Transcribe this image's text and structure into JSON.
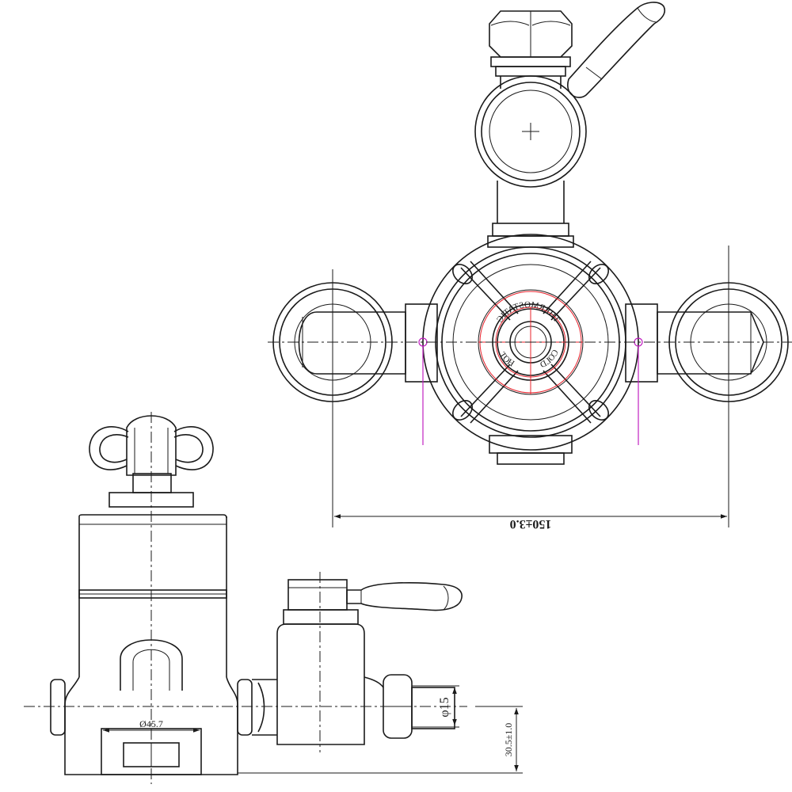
{
  "dimensions": {
    "width_overall": "150±3.0",
    "pipe_diameter": "φ15",
    "body_diameter": "Ø45.7",
    "offset_height": "30.5±1.0"
  },
  "dial_labels": {
    "thermostatic": "THERMOSTATIC",
    "cold": "COLD",
    "hot": "HOT"
  },
  "colors": {
    "outline": "#1a1a1a",
    "red_marking": "#e8202a",
    "magenta_marking": "#c020c0"
  }
}
